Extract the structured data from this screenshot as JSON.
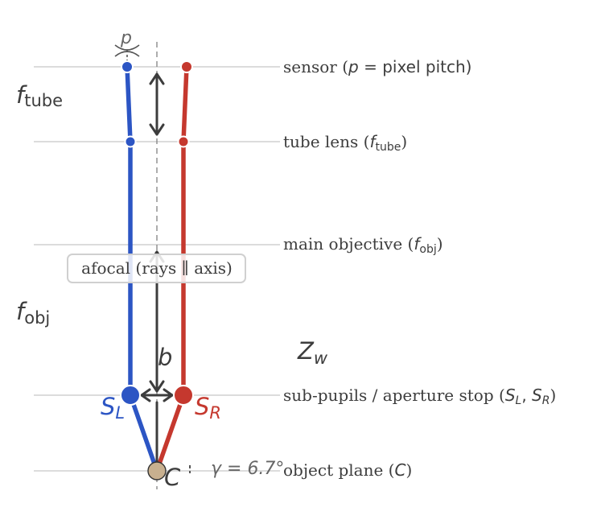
{
  "diagram": {
    "colors": {
      "left_ray": "#2c55c4",
      "right_ray": "#c5382e",
      "arrow": "#3d3d3d",
      "plane_line": "#d0d0d0",
      "axis": "#8a8a8a",
      "text": "#3d3d3d",
      "object_point": "#c8b08f"
    },
    "planes": {
      "sensor": {
        "label": "sensor (",
        "sym": "p",
        "eq": " = ",
        "rest": "pixel pitch)"
      },
      "tube_lens": {
        "label": "tube lens (",
        "sym": "f",
        "sub": "tube",
        "close": ")"
      },
      "objective": {
        "label": "main objective (",
        "sym": "f",
        "sub": "obj",
        "close": ")"
      },
      "pupils": {
        "label": "sub-pupils / aperture stop (",
        "s1": "S",
        "s1sub": "L",
        "comma": ", ",
        "s2": "S",
        "s2sub": "R",
        "close": ")"
      },
      "object": {
        "label": "object plane (",
        "sym": "C",
        "close": ")"
      }
    },
    "labels": {
      "p": "p",
      "f_tube": {
        "sym": "f",
        "sub": "tube"
      },
      "f_obj": {
        "sym": "f",
        "sub": "obj"
      },
      "afocal": "afocal (rays ∥ axis)",
      "b": "b",
      "zw": {
        "sym": "Z",
        "sub": "w"
      },
      "SL": {
        "sym": "S",
        "sub": "L"
      },
      "SR": {
        "sym": "S",
        "sub": "R"
      },
      "C": "C",
      "gamma": "γ = 6.7°"
    }
  }
}
